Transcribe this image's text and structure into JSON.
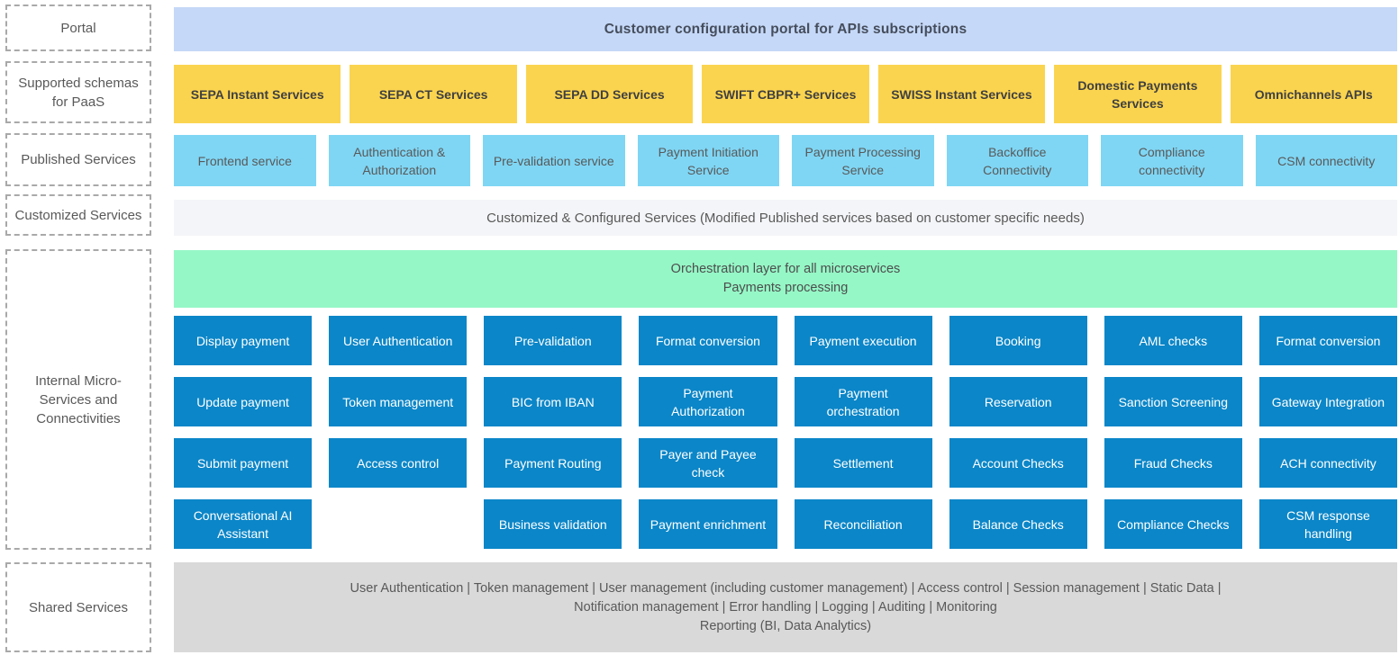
{
  "sidebar": {
    "items": [
      {
        "label": "Portal"
      },
      {
        "label": "Supported schemas for PaaS"
      },
      {
        "label": "Published Services"
      },
      {
        "label": "Customized Services"
      },
      {
        "label": "Internal Micro-Services and Connectivities"
      },
      {
        "label": "Shared Services"
      }
    ]
  },
  "portal_banner": {
    "title": "Customer configuration portal for APIs subscriptions"
  },
  "schemas": {
    "items": [
      "SEPA Instant Services",
      "SEPA CT Services",
      "SEPA DD Services",
      "SWIFT CBPR+ Services",
      "SWISS Instant Services",
      "Domestic Payments Services",
      "Omnichannels APIs"
    ]
  },
  "published": {
    "items": [
      "Frontend service",
      "Authentication & Authorization",
      "Pre-validation service",
      "Payment Initiation Service",
      "Payment Processing Service",
      "Backoffice Connectivity",
      "Compliance connectivity",
      "CSM connectivity"
    ]
  },
  "customized": {
    "text": "Customized & Configured Services (Modified Published services based on customer specific needs)"
  },
  "orchestration": {
    "line1": "Orchestration layer for all microservices",
    "line2": "Payments processing"
  },
  "micro": {
    "rows": [
      [
        "Display payment",
        "User Authentication",
        "Pre-validation",
        "Format conversion",
        "Payment execution",
        "Booking",
        "AML checks",
        "Format conversion"
      ],
      [
        "Update payment",
        "Token management",
        "BIC from IBAN",
        "Payment Authorization",
        "Payment orchestration",
        "Reservation",
        "Sanction Screening",
        "Gateway Integration"
      ],
      [
        "Submit payment",
        "Access control",
        "Payment Routing",
        "Payer and Payee check",
        "Settlement",
        "Account Checks",
        "Fraud Checks",
        "ACH connectivity"
      ],
      [
        "Conversational AI Assistant",
        null,
        "Business validation",
        "Payment enrichment",
        "Reconciliation",
        "Balance Checks",
        "Compliance Checks",
        "CSM response handling"
      ]
    ]
  },
  "shared": {
    "lines": [
      "User Authentication | Token management | User management (including customer management) | Access control | Session management | Static Data |",
      "Notification management | Error handling | Logging | Auditing | Monitoring",
      "Reporting (BI, Data Analytics)"
    ]
  },
  "colors": {
    "banner_blue": "#c5d8f7",
    "schema_yellow": "#fbd44f",
    "published_sky_blue": "#7fd6f4",
    "customized_light_gray": "#f4f5f8",
    "orchestration_mint_green": "#95f7c6",
    "microservice_blue": "#0b86c8",
    "shared_gray": "#d9d9d9",
    "label_text_gray": "#595959",
    "dashed_border_gray": "#a9a9a9"
  }
}
